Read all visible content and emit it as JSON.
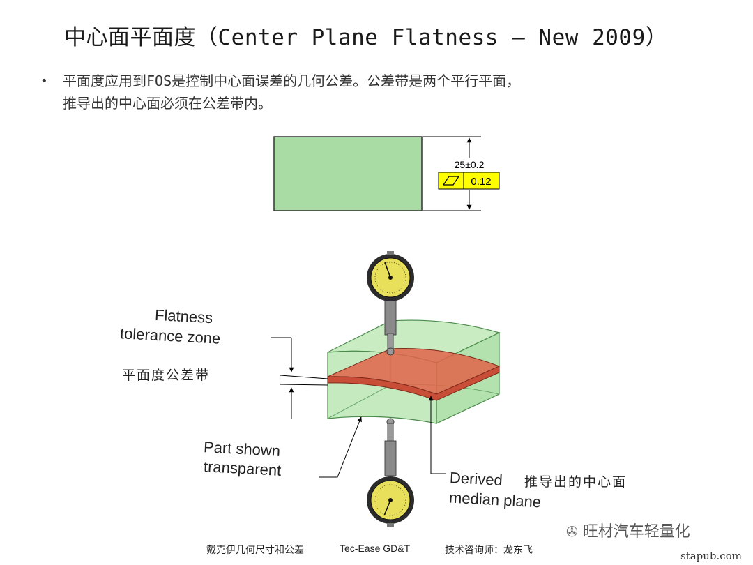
{
  "slide": {
    "title": "中心面平面度（Center Plane Flatness – New 2009）",
    "bullet_line1": "平面度应用到FOS是控制中心面误差的几何公差。公差带是两个平行平面，",
    "bullet_line2": "推导出的中心面必须在公差带内。"
  },
  "drawing": {
    "dimension": "25±0.2",
    "tolerance_value": "0.12",
    "part_color": "#a8dca4",
    "frame_color": "#ffff00"
  },
  "figure": {
    "label_flatness_en": [
      "Flatness",
      "tolerance zone"
    ],
    "label_flatness_cn": "平面度公差带",
    "label_part_en": [
      "Part shown",
      "transparent"
    ],
    "label_median_en": [
      "Derived",
      "median plane"
    ],
    "label_median_cn": "推导出的中心面",
    "median_plane_color": "#e0644a"
  },
  "footer": {
    "left": "戴克伊几何尺寸和公差",
    "center": "Tec-Ease GD&T",
    "right": "技术咨询师：龙东飞"
  },
  "watermark": {
    "wechat_name": "旺材汽车轻量化",
    "site": "stapub.com"
  }
}
